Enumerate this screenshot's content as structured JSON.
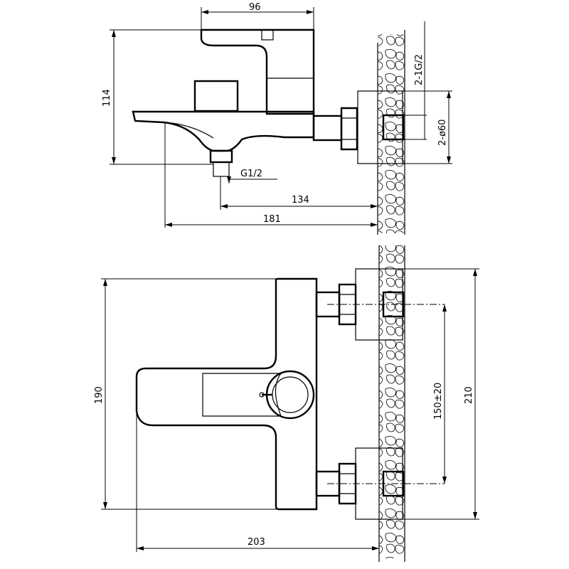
{
  "title": "Wall-mounted bath mixer dimension drawing",
  "side_view": {
    "dim_width": "96",
    "dim_height": "114",
    "thread_outlet": "G1/2",
    "dim_outlet_to_wall": "134",
    "dim_spout_to_wall": "181",
    "thread_inlet": "2-1G/2",
    "flange_diameter": "2-ø60"
  },
  "front_view": {
    "dim_height": "190",
    "dim_center_distance": "150±20",
    "dim_total_height": "210",
    "dim_depth": "203"
  }
}
